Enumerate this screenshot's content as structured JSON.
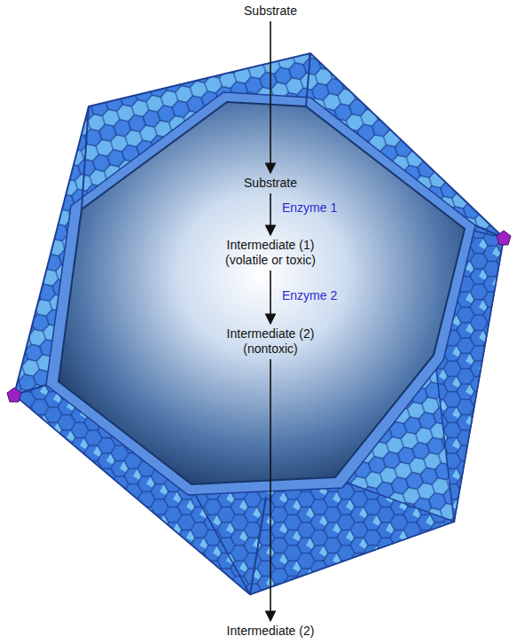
{
  "diagram": {
    "labels": [
      "Substrate",
      "Substrate",
      "Enzyme 1",
      "Intermediate (1) (volatile or toxic)",
      "Enzyme 2",
      "Intermediate (2) (nontoxic)",
      "Intermediate (2)"
    ]
  }
}
